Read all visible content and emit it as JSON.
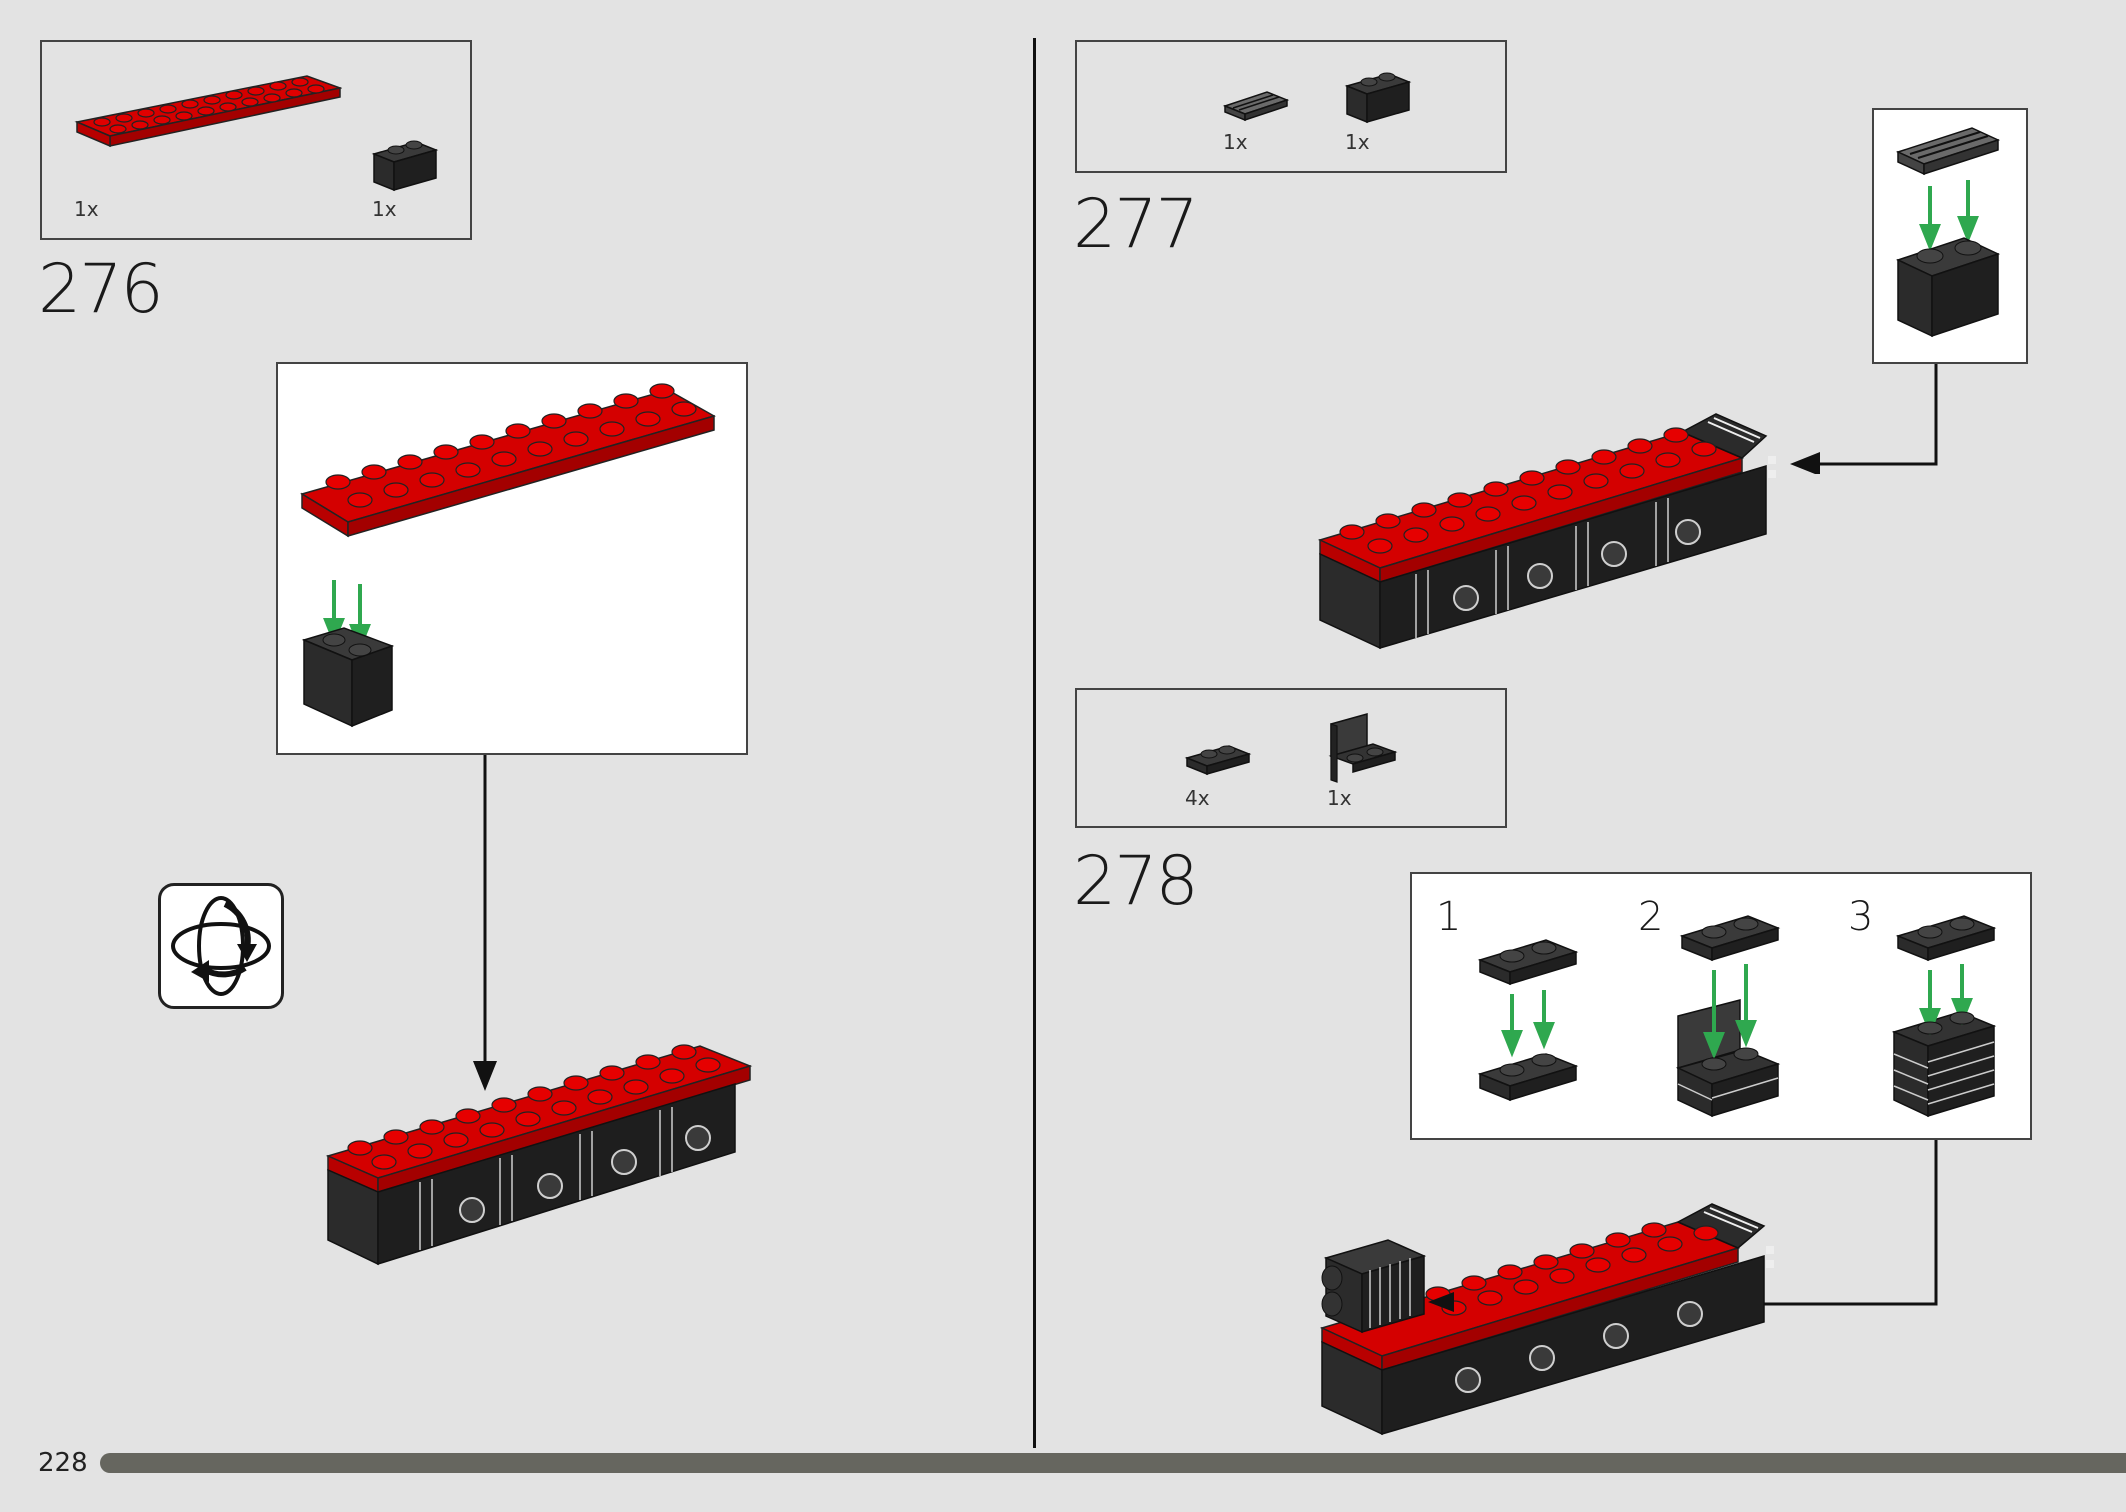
{
  "page": {
    "number": "228"
  },
  "steps": [
    {
      "number": "276",
      "parts": [
        {
          "qty": "1x",
          "part": "red-plate-2x10"
        },
        {
          "qty": "1x",
          "part": "black-brick-1x2"
        }
      ]
    },
    {
      "number": "277",
      "parts": [
        {
          "qty": "1x",
          "part": "dark-grey-grille-tile-1x2"
        },
        {
          "qty": "1x",
          "part": "black-brick-1x2"
        }
      ]
    },
    {
      "number": "278",
      "parts": [
        {
          "qty": "4x",
          "part": "black-plate-1x2"
        },
        {
          "qty": "1x",
          "part": "black-bracket-1x2"
        }
      ],
      "substeps": [
        "1",
        "2",
        "3"
      ]
    }
  ],
  "icons": {
    "rotate": "rotate-model-icon"
  },
  "colors": {
    "red": "#d40000",
    "black": "#2b2b2b",
    "arrow_green": "#2fa84f",
    "background": "#e3e3e3"
  }
}
